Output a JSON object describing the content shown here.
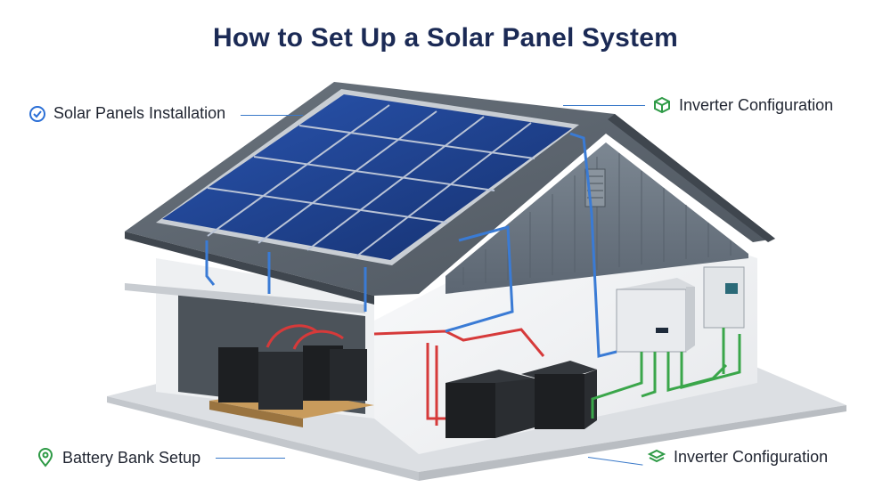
{
  "title": "How to Set Up a Solar Panel System",
  "callouts": [
    {
      "label": "Solar Panels Installation",
      "icon": "check-circle-icon",
      "color": "#2b6fd6"
    },
    {
      "label": "Inverter Configuration",
      "icon": "cube-icon",
      "color": "#2e9a46"
    },
    {
      "label": "Battery Bank Setup",
      "icon": "location-pin-icon",
      "color": "#2e9a46"
    },
    {
      "label": "Inverter Configuration",
      "icon": "layers-icon",
      "color": "#2e9a46"
    }
  ],
  "colors": {
    "title": "#1b2a55",
    "roof": "#5d6670",
    "panel": "#1d3f8c",
    "wall": "#f3f4f6",
    "gable": "#6e7884",
    "dc_cable": "#d63a3a",
    "data_cable": "#3a7bd5",
    "ac_cable": "#3aa64a"
  }
}
